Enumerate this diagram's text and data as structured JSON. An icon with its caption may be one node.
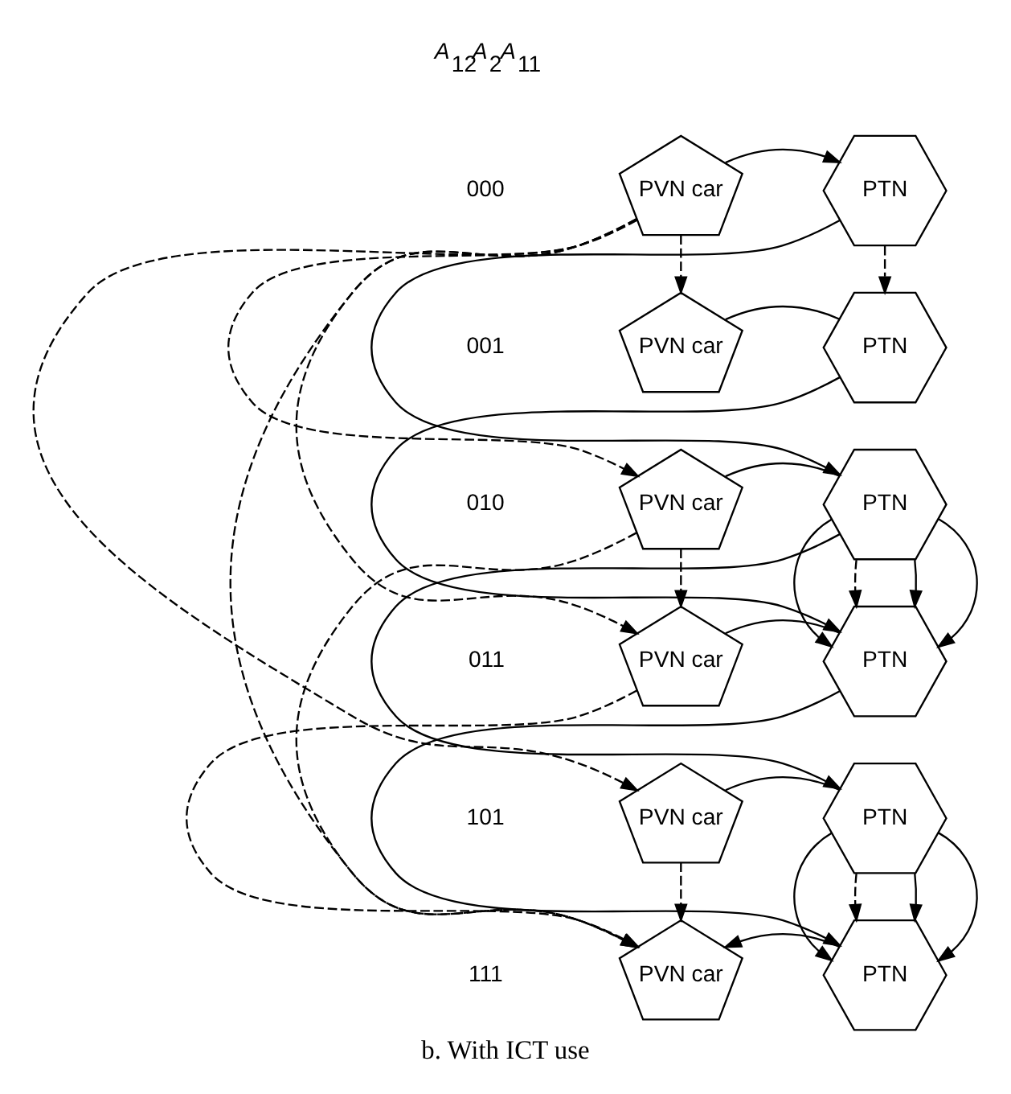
{
  "diagram": {
    "caption": "b. With ICT use",
    "nodes": [
      {
        "text": [
          "PVN car"
        ]
      },
      {
        "text": [
          "PTN"
        ]
      },
      {
        "text": [
          "PVN car"
        ]
      },
      {
        "text": [
          "PTN"
        ]
      },
      {
        "text": [
          "PVN car"
        ]
      },
      {
        "text": [
          "PTN"
        ]
      },
      {
        "text": [
          "PVN car"
        ]
      },
      {
        "text": [
          "PTN"
        ]
      },
      {
        "text": [
          "PVN car"
        ]
      },
      {
        "text": [
          "PTN"
        ]
      },
      {
        "text": [
          "PVN car"
        ]
      },
      {
        "text": [
          "PTN"
        ]
      }
    ],
    "edges": [
      {
        "from": 0,
        "to": 1,
        "arrow": "to"
      },
      {
        "from": 2,
        "to": 3,
        "arrow": "none"
      },
      {
        "from": 4,
        "to": 5,
        "arrow": "none"
      },
      {
        "from": 6,
        "to": 7,
        "arrow": "none"
      },
      {
        "from": 8,
        "to": 9,
        "arrow": "none"
      },
      {
        "from": 11,
        "to": 10,
        "arrow": "to"
      },
      {
        "from": 0,
        "to": 2,
        "arrow": "to",
        "style": "dashed"
      },
      {
        "from": 0,
        "to": 4,
        "arrow": "to",
        "style": "dashed"
      },
      {
        "from": 0,
        "to": 6,
        "arrow": "to",
        "style": "dashed"
      },
      {
        "from": 0,
        "to": 8,
        "arrow": "to",
        "style": "dashed"
      },
      {
        "from": 0,
        "to": 10,
        "arrow": "to",
        "style": "dashed"
      },
      {
        "from": 4,
        "to": 6,
        "arrow": "to",
        "style": "dashed"
      },
      {
        "from": 4,
        "to": 10,
        "arrow": "to",
        "style": "dashed"
      },
      {
        "from": 6,
        "to": 10,
        "arrow": "to",
        "style": "dashed"
      },
      {
        "from": 8,
        "to": 10,
        "arrow": "to",
        "style": "dashed"
      },
      {
        "from": 1,
        "to": 3,
        "arrow": "to",
        "style": "dashed"
      },
      {
        "from": 1,
        "to": 5,
        "arrow": "to"
      },
      {
        "from": 3,
        "to": 7,
        "arrow": "to"
      },
      {
        "from": 5,
        "to": 7,
        "arrow": "to"
      },
      {
        "from": 5,
        "to": 7,
        "arrow": "to",
        "style": "dashed"
      },
      {
        "from": 5,
        "to": 7,
        "arrow": "to"
      },
      {
        "from": 5,
        "to": 7,
        "arrow": "to"
      },
      {
        "from": 5,
        "to": 9,
        "arrow": "to"
      },
      {
        "from": 7,
        "to": 11,
        "arrow": "to"
      },
      {
        "from": 9,
        "to": 11,
        "arrow": "to"
      },
      {
        "from": 9,
        "to": 11,
        "arrow": "to",
        "style": "dashed"
      },
      {
        "from": 9,
        "to": 11,
        "arrow": "to"
      },
      {
        "from": 9,
        "to": 11,
        "arrow": "to"
      }
    ],
    "labels": [
      "*A*$_{12}$*A*$_{2}$*A*$_{11}$",
      "000",
      "001",
      "010",
      "011",
      "101",
      "111"
    ]
  }
}
